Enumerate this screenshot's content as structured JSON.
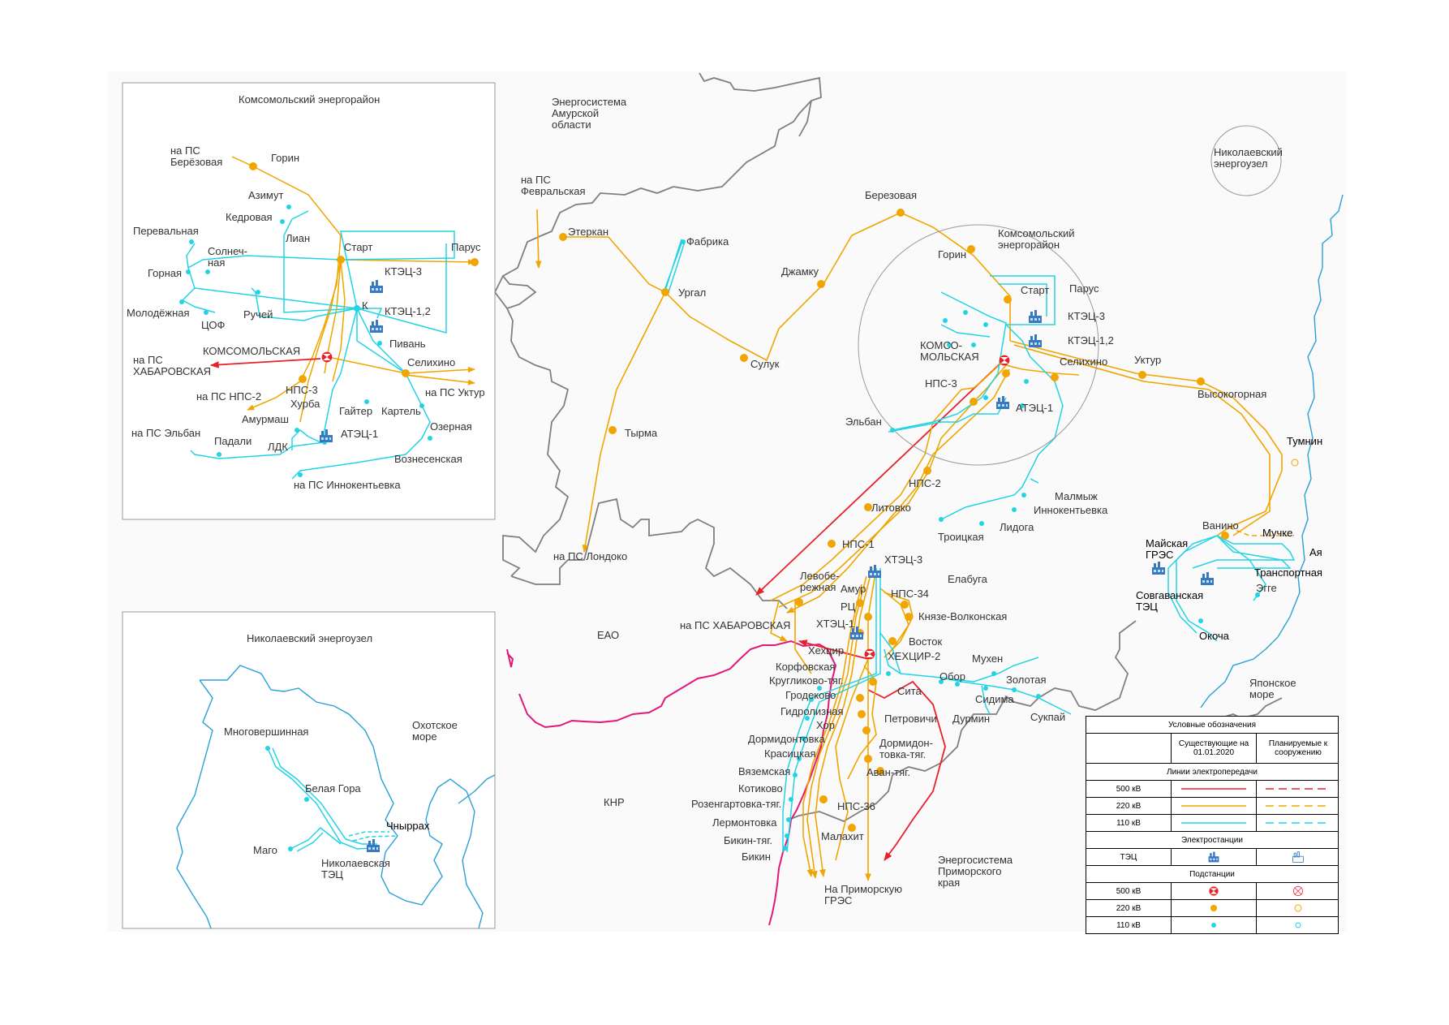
{
  "colors": {
    "kv500": "#e8202a",
    "kv220": "#f0a500",
    "kv110": "#22d3e6",
    "border": "#7f7f7f",
    "china_border": "#e0197b",
    "water": "#2aa0d8"
  },
  "inset_komsomolsk": {
    "title": "Комсомольский энергорайон",
    "labels": {
      "to_berezovaya": "на ПС\nБерёзовая",
      "gorin": "Горин",
      "azimut": "Азимут",
      "kedrovaya": "Кедровая",
      "perevalnaya": "Перевальная",
      "lian": "Лиан",
      "solnechnaya": "Солнеч-\nная",
      "start": "Старт",
      "parus": "Парус",
      "gornaya": "Горная",
      "ktec3": "КТЭЦ-3",
      "k": "К",
      "ktec12": "КТЭЦ-1,2",
      "molodezhnaya": "Молодёжная",
      "ruchey": "Ручей",
      "tsof": "ЦОФ",
      "pivan": "Пивань",
      "komsomolskaya": "КОМСОМОЛЬСКАЯ",
      "to_khabarovskaya": "на ПС\nХАБАРОВСКАЯ",
      "selikhino": "Селихино",
      "nps3": "НПС-3",
      "to_nps2": "на ПС НПС-2",
      "to_uktur": "на ПС Уктур",
      "khurba": "Хурба",
      "gaiter": "Гайтер",
      "kartel": "Картель",
      "amurmash": "Амурмаш",
      "ozernaya": "Озерная",
      "to_elban": "на ПС Эльбан",
      "padali": "Падали",
      "ldk": "ЛДК",
      "atec1": "АТЭЦ-1",
      "voznesenskaya": "Вознесенская",
      "to_innokentevka": "на ПС Иннокентьевка"
    }
  },
  "inset_nikolaevsk": {
    "title": "Николаевский энергоузел",
    "labels": {
      "okhotsk_sea": "Охотское\nморе",
      "mnogovershinnaya": "Многовершинная",
      "belaya_gora": "Белая Гора",
      "chnyrrakh": "Чныррах",
      "mago": "Маго",
      "nikolaevsk_tec": "Николаевская\nТЭЦ"
    }
  },
  "main_map": {
    "labels": {
      "amur_system": "Энергосистема\nАмурской\nобласти",
      "to_fevralskaya": "на ПС\nФевральская",
      "eterkan": "Этеркан",
      "fabrika": "Фабрика",
      "urgal": "Ургал",
      "berezovaya": "Березовая",
      "dzhamku": "Джамку",
      "sulyk": "Сулук",
      "tyrma": "Тырма",
      "to_londoko": "на ПС Лондоко",
      "nikolaevsk_node": "Николаевский\nэнергоузел",
      "komsomolsk_circle": "Комсомольский\nэнергорайон",
      "gorin": "Горин",
      "start": "Старт",
      "parus": "Парус",
      "ktec3": "КТЭЦ-3",
      "ktec12": "КТЭЦ-1,2",
      "komsomolskaya": "КОМСО-\nМОЛЬСКАЯ",
      "selikhino": "Селихино",
      "uktur": "Уктур",
      "vysokogornaya": "Высокогорная",
      "nps3": "НПС-3",
      "atec1": "АТЭЦ-1",
      "elban": "Эльбан",
      "tumnin": "Тумнин",
      "nps2": "НПС-2",
      "malmyzh": "Малмыж",
      "innokentevka": "Иннокентьевка",
      "litovko": "Литовко",
      "troitskaya": "Троицкая",
      "lidoga": "Лидога",
      "vanino": "Ванино",
      "muchke": "Мучке",
      "mayskaya_gres": "Майская\nГРЭС",
      "aya": "Ая",
      "transportnaya": "Транспортная",
      "sovgavan_tec": "Совгаванская\nТЭЦ",
      "egge": "Эгге",
      "okocha": "Окоча",
      "nps1": "НПС-1",
      "htec3": "ХТЭЦ-3",
      "elabuga": "Елабуга",
      "levoberezhnaya": "Левобе-\nрежная",
      "amur": "Амур",
      "nps34": "НПС-34",
      "rts": "РЦ",
      "knyaze_volkonskaya": "Князе-Волконская",
      "to_khabarovskaya": "на ПС ХАБАРОВСКАЯ",
      "htec1": "ХТЭЦ-1",
      "vostok": "Восток",
      "eao": "ЕАО",
      "khekhtsir": "Хехцир",
      "khekhtsir2": "ХЕХЦИР-2",
      "korfovskaya": "Корфовская",
      "obor": "Обор",
      "mukhen": "Мухен",
      "kruglikovo": "Кругликово-тяг.",
      "sita": "Сита",
      "zolotaya": "Золотая",
      "grodekovo": "Гродеково",
      "sidima": "Сидима",
      "durmin": "Дурмин",
      "gidroliznaya": "Гидролизная",
      "petrovichi": "Петровичи",
      "sukpay": "Сукпай",
      "khor": "Хор",
      "dormidontovka": "Дормидонтовка",
      "dormidontovka_tyag": "Дормидон-\nтовка-тяг.",
      "japan_sea": "Японское\nморе",
      "krasitskaya": "Красицкая",
      "vyazemskaya": "Вяземская",
      "avan": "Аван-тяг.",
      "kotikovo": "Котиково",
      "rozengartovka": "Розенгартовка-тяг.",
      "nps36": "НПС-36",
      "knr": "КНР",
      "lermontovka": "Лермонтовка",
      "malakhit": "Малахит",
      "bikin_tyag": "Бикин-тяг.",
      "bikin": "Бикин",
      "primorskaya_gres": "На Приморскую\nГРЭС",
      "primorye_system": "Энергосистема\nПриморского\nкрая"
    }
  },
  "legend": {
    "title": "Условные обозначения",
    "col_existing": "Существующие на\n01.01.2020",
    "col_planned": "Планируемые к\nсооружению",
    "section_lines": "Линии электропередачи",
    "section_plants": "Электростанции",
    "section_substations": "Подстанции",
    "rows_lines": [
      "500 кВ",
      "220 кВ",
      "110 кВ"
    ],
    "row_tec": "ТЭЦ",
    "rows_subs": [
      "500 кВ",
      "220 кВ",
      "110 кВ"
    ]
  }
}
